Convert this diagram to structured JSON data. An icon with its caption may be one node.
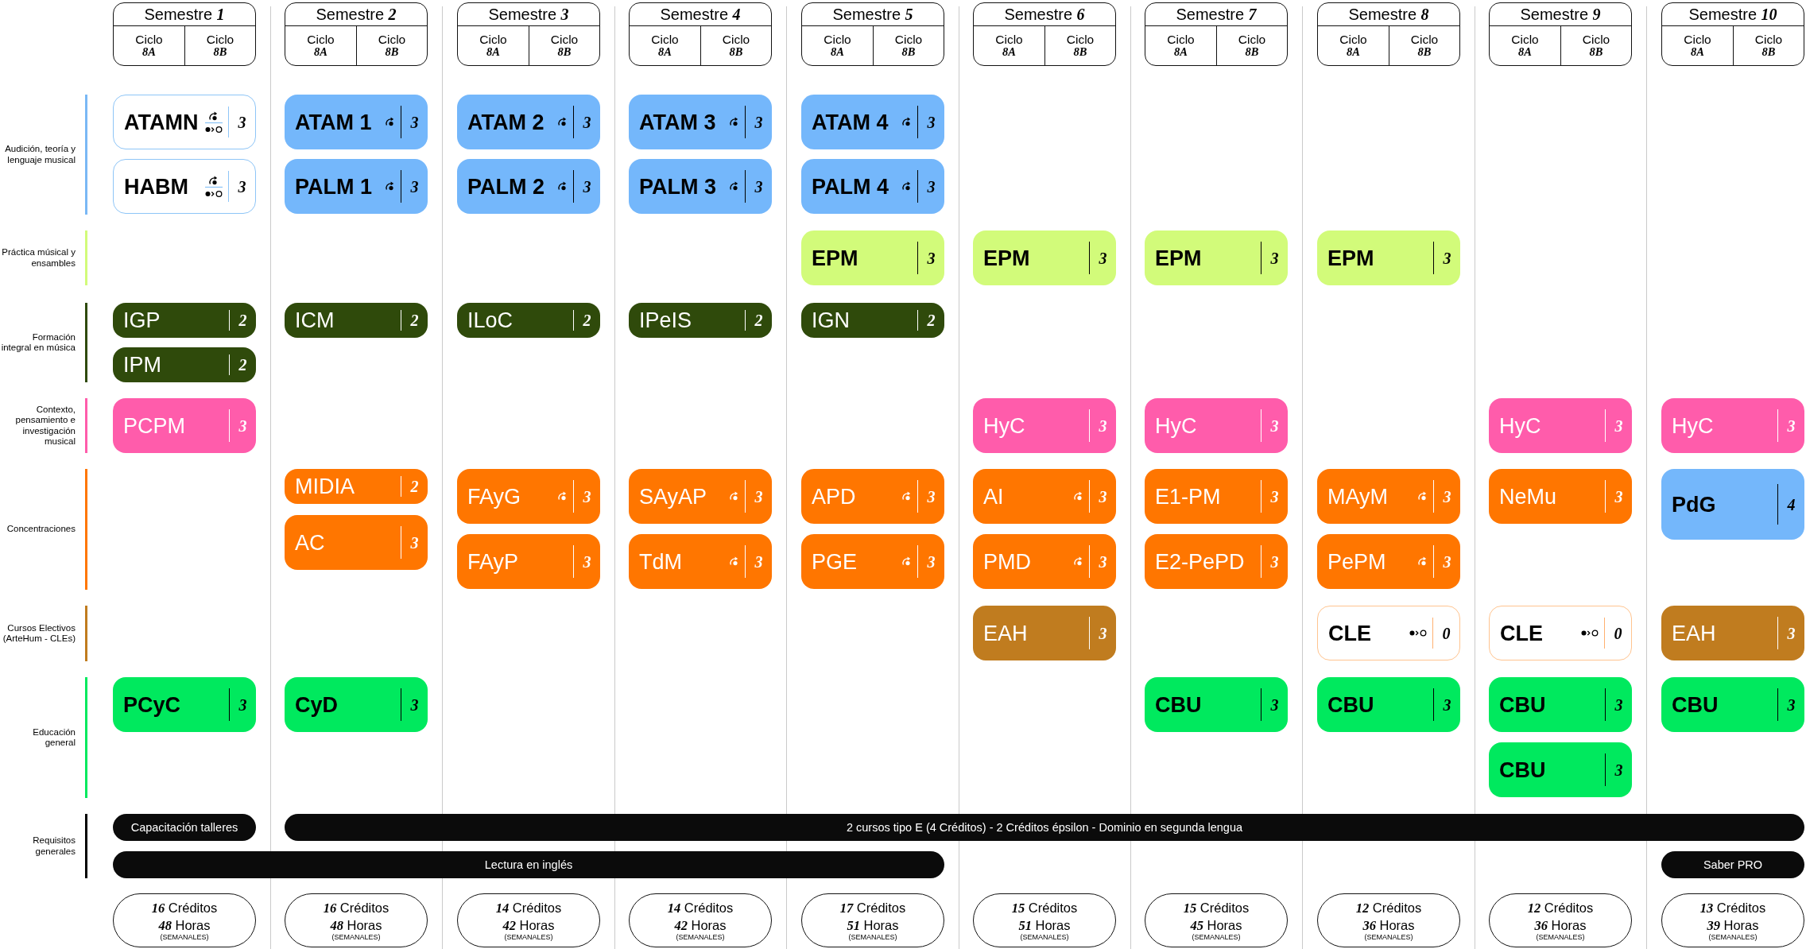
{
  "diagram": {
    "nodes": [
      {
        "text": [
          "Semestre *1*"
        ]
      },
      {
        "text": [
          "Ciclo *8A*"
        ],
        "in": 0
      },
      {
        "text": [
          "Ciclo *8B*"
        ],
        "in": 0
      },
      {
        "text": [
          "Semestre *2*"
        ]
      },
      {
        "text": [
          "Ciclo *8A*"
        ],
        "in": 3
      },
      {
        "text": [
          "Ciclo *8B*"
        ],
        "in": 3
      },
      {
        "text": [
          "Semestre *3*"
        ]
      },
      {
        "text": [
          "Ciclo *8A*"
        ],
        "in": 6
      },
      {
        "text": [
          "Ciclo *8B*"
        ],
        "in": 6
      },
      {
        "text": [
          "Semestre *4*"
        ]
      },
      {
        "text": [
          "Ciclo *8A*"
        ],
        "in": 9
      },
      {
        "text": [
          "Ciclo *8B*"
        ],
        "in": 9
      },
      {
        "text": [
          "Semestre *5*"
        ]
      },
      {
        "text": [
          "Ciclo *8A*"
        ],
        "in": 12
      },
      {
        "text": [
          "Ciclo *8B*"
        ],
        "in": 12
      },
      {
        "text": [
          "Semestre *6*"
        ]
      },
      {
        "text": [
          "Ciclo *8A*"
        ],
        "in": 15
      },
      {
        "text": [
          "Ciclo *8B*"
        ],
        "in": 15
      },
      {
        "text": [
          "Semestre *7*"
        ]
      },
      {
        "text": [
          "Ciclo *8A*"
        ],
        "in": 18
      },
      {
        "text": [
          "Ciclo *8B*"
        ],
        "in": 18
      },
      {
        "text": [
          "Semestre *8*"
        ]
      },
      {
        "text": [
          "Ciclo *8A*"
        ],
        "in": 21
      },
      {
        "text": [
          "Ciclo *8B*"
        ],
        "in": 21
      },
      {
        "text": [
          "Semestre *9*"
        ]
      },
      {
        "text": [
          "Ciclo *8A*"
        ],
        "in": 24
      },
      {
        "text": [
          "Ciclo *8B*"
        ],
        "in": 24
      },
      {
        "text": [
          "Semestre *10*"
        ]
      },
      {
        "text": [
          "Ciclo *8A*"
        ],
        "in": 27
      },
      {
        "text": [
          "Ciclo *8B*"
        ],
        "in": 27
      },
      {
        "text": [
          "ATAMN",
          "3"
        ]
      },
      {
        "text": [
          "ATAM 1",
          "3"
        ]
      },
      {
        "text": [
          "ATAM 2",
          "3"
        ]
      },
      {
        "text": [
          "ATAM 3",
          "3"
        ]
      },
      {
        "text": [
          "ATAM 4",
          "3"
        ]
      },
      {
        "text": [
          "HABM",
          "3"
        ]
      },
      {
        "text": [
          "PALM 1",
          "3"
        ]
      },
      {
        "text": [
          "PALM 2",
          "3"
        ]
      },
      {
        "text": [
          "PALM 3",
          "3"
        ]
      },
      {
        "text": [
          "PALM 4",
          "3"
        ]
      },
      {
        "text": [
          "EPM",
          "3"
        ]
      },
      {
        "text": [
          "EPM",
          "3"
        ]
      },
      {
        "text": [
          "EPM",
          "3"
        ]
      },
      {
        "text": [
          "EPM",
          "3"
        ]
      },
      {
        "text": [
          "IGP",
          "2"
        ]
      },
      {
        "text": [
          "ICM",
          "2"
        ]
      },
      {
        "text": [
          "ILoC",
          "2"
        ]
      },
      {
        "text": [
          "IPeIS",
          "2"
        ]
      },
      {
        "text": [
          "IGN",
          "2"
        ]
      },
      {
        "text": [
          "IPM",
          "2"
        ]
      },
      {
        "text": [
          "PCPM",
          "3"
        ]
      },
      {
        "text": [
          "HyC",
          "3"
        ]
      },
      {
        "text": [
          "HyC",
          "3"
        ]
      },
      {
        "text": [
          "HyC",
          "3"
        ]
      },
      {
        "text": [
          "HyC",
          "3"
        ]
      },
      {
        "text": [
          "MIDIA",
          "2"
        ]
      },
      {
        "text": [
          "FAyG",
          "3"
        ]
      },
      {
        "text": [
          "SAyAP",
          "3"
        ]
      },
      {
        "text": [
          "APD",
          "3"
        ]
      },
      {
        "text": [
          "AI",
          "3"
        ]
      },
      {
        "text": [
          "E1-PM",
          "3"
        ]
      },
      {
        "text": [
          "MAyM",
          "3"
        ]
      },
      {
        "text": [
          "NeMu",
          "3"
        ]
      },
      {
        "text": [
          "PdG",
          "4"
        ]
      },
      {
        "text": [
          "AC",
          "3"
        ]
      },
      {
        "text": [
          "FAyP",
          "3"
        ]
      },
      {
        "text": [
          "TdM",
          "3"
        ]
      },
      {
        "text": [
          "PGE",
          "3"
        ]
      },
      {
        "text": [
          "PMD",
          "3"
        ]
      },
      {
        "text": [
          "E2-PePD",
          "3"
        ]
      },
      {
        "text": [
          "PePM",
          "3"
        ]
      },
      {
        "text": [
          "EAH",
          "3"
        ]
      },
      {
        "text": [
          "CLE",
          "0"
        ]
      },
      {
        "text": [
          "CLE",
          "0"
        ]
      },
      {
        "text": [
          "EAH",
          "3"
        ]
      },
      {
        "text": [
          "PCyC",
          "3"
        ]
      },
      {
        "text": [
          "CyD",
          "3"
        ]
      },
      {
        "text": [
          "CBU",
          "3"
        ]
      },
      {
        "text": [
          "CBU",
          "3"
        ]
      },
      {
        "text": [
          "CBU",
          "3"
        ]
      },
      {
        "text": [
          "CBU",
          "3"
        ]
      },
      {
        "text": [
          "CBU",
          "3"
        ]
      },
      {
        "text": [
          "Capacitación talleres"
        ]
      },
      {
        "text": [
          "2 cursos tipo E (4 Créditos) - 2 Créditos épsilon - Dominio en segunda lengua"
        ]
      },
      {
        "text": [
          "Lectura en inglés"
        ]
      },
      {
        "text": [
          "Saber PRO"
        ]
      },
      {
        "text": [
          "*16* Créditos",
          "*48* Horas",
          "(SEMANALES)"
        ]
      },
      {
        "text": [
          "*16* Créditos",
          "*48* Horas",
          "(SEMANALES)"
        ]
      },
      {
        "text": [
          "*14* Créditos",
          "*42* Horas",
          "(SEMANALES)"
        ]
      },
      {
        "text": [
          "*14* Créditos",
          "*42* Horas",
          "(SEMANALES)"
        ]
      },
      {
        "text": [
          "*17* Créditos",
          "*51* Horas",
          "(SEMANALES)"
        ]
      },
      {
        "text": [
          "*15* Créditos",
          "*51* Horas",
          "(SEMANALES)"
        ]
      },
      {
        "text": [
          "*15* Créditos",
          "*45* Horas",
          "(SEMANALES)"
        ]
      },
      {
        "text": [
          "*12* Créditos",
          "*36* Horas",
          "(SEMANALES)"
        ]
      },
      {
        "text": [
          "*12* Créditos",
          "*36* Horas",
          "(SEMANALES)"
        ]
      },
      {
        "text": [
          "*13* Créditos",
          "*39* Horas",
          "(SEMANALES)"
        ]
      }
    ],
    "labels": [
      "Audición, teoría y lenguaje musical",
      "Práctica músical y ensambles",
      "Formación integral en música",
      "Contexto, pensamiento e investigación musical",
      "Concentraciones",
      "Cursos Electivos (ArteHum - CLEs)",
      "Educación general",
      "Requisitos generales"
    ]
  }
}
